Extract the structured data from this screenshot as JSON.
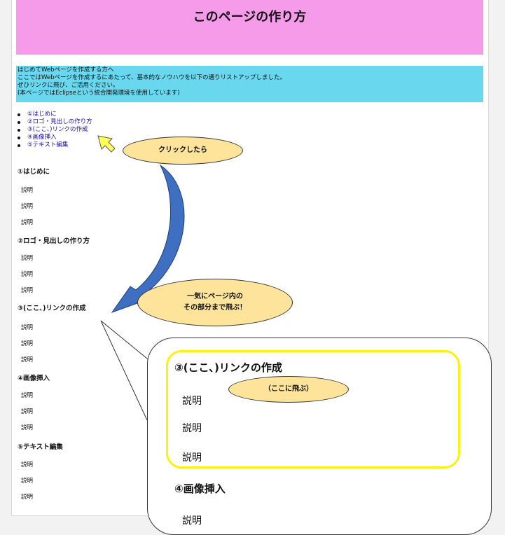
{
  "header": {
    "title": "このページの作り方"
  },
  "intro": {
    "lines": [
      "はじめてWebページを作成する方へ",
      "ここではWebページを作成するにあたって、基本的なノウハウを以下の通りリストアップしました。",
      "ぜひリンクに飛び、ご活用ください。",
      "(本ページではEclipseという統合開発環境を使用しています)"
    ]
  },
  "toc": [
    "①はじめに",
    "②ロゴ・見出しの作り方",
    "③(ここ､)リンクの作成",
    "④画像挿入",
    "⑤テキスト編集"
  ],
  "sections": [
    {
      "title": "①はじめに",
      "items": [
        "説明",
        "説明",
        "説明"
      ]
    },
    {
      "title": "②ロゴ・見出しの作り方",
      "items": [
        "説明",
        "説明",
        "説明"
      ]
    },
    {
      "title": "③(ここ､)リンクの作成",
      "items": [
        "説明",
        "説明",
        "説明"
      ]
    },
    {
      "title": "④画像挿入",
      "items": [
        "説明",
        "説明",
        "説明"
      ]
    },
    {
      "title": "⑤テキスト編集",
      "items": [
        "説明",
        "説明",
        "説明"
      ]
    }
  ],
  "annotations": {
    "click_bubble": "クリックしたら",
    "jump_bubble_line1": "一気にページ内の",
    "jump_bubble_line2": "その部分まで飛ぶ！",
    "here_bubble": "（ここに飛ぶ）"
  },
  "zoom": {
    "title": "③(ここ､)リンクの作成",
    "items": [
      "説明",
      "説明",
      "説明"
    ],
    "next_title": "④画像挿入",
    "next_item": "説明"
  },
  "colors": {
    "header_bg": "#f59be9",
    "intro_bg": "#69d7ee",
    "link": "#1a0dab",
    "bubble_fill": "#fde49a",
    "highlight": "#fbf20d",
    "arrow": "#3f6fc0",
    "cursor": "#ffff55"
  }
}
